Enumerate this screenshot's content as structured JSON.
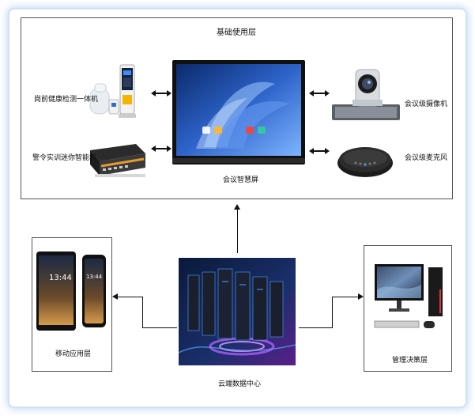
{
  "layers": {
    "basic_layer": "基础使用层",
    "meeting_layer": "会议智慧屏",
    "mobile_layer": "移动应用层",
    "management_layer": "管理决策层",
    "cloud_center": "云端数据中心"
  },
  "devices": {
    "health_kiosk": "岗前健康检测一体机",
    "training_box": "警令实训迷你智能机",
    "camera": "会议级摄像机",
    "microphone": "会议级麦克风"
  },
  "screen_labels": {
    "time_tablet": "13:44",
    "time_phone": "13:44"
  },
  "colors": {
    "border": "#555555",
    "arrow": "#111111",
    "glow": "#cfe0f7"
  }
}
